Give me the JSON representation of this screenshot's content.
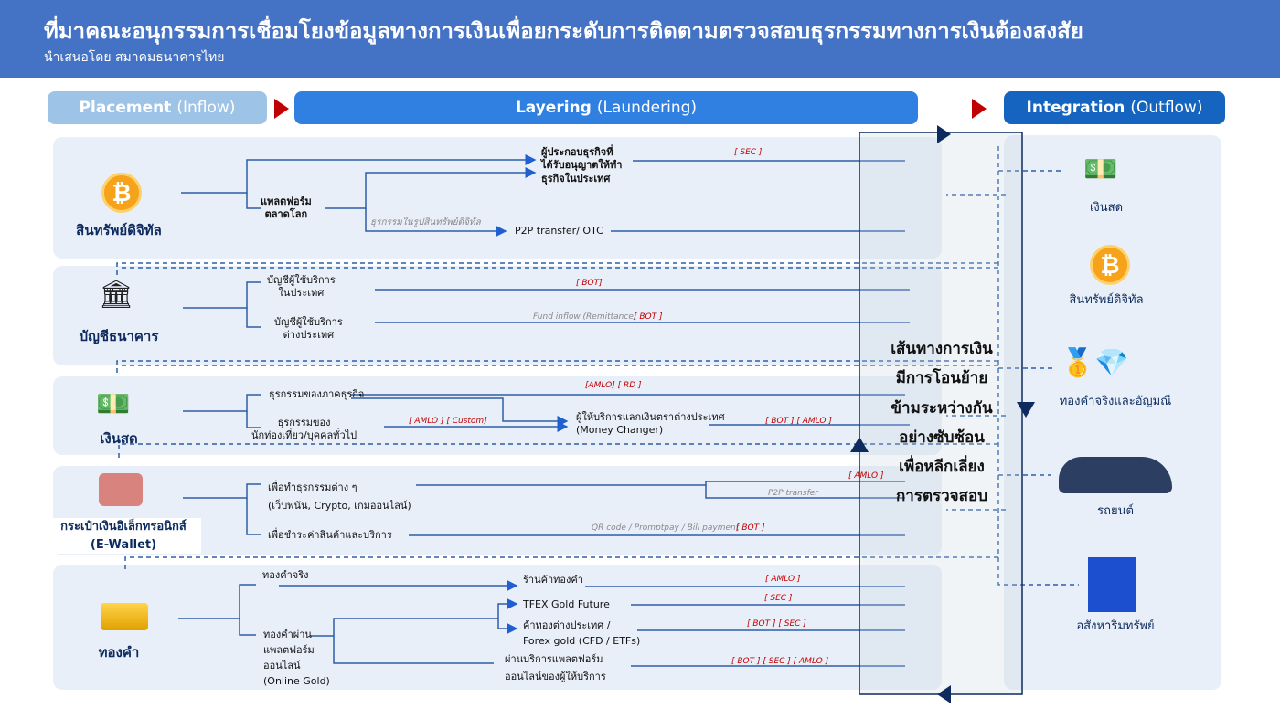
{
  "header": {
    "title": "ที่มาคณะอนุกรรมการเชื่อมโยงข้อมูลทางการเงินเพื่อยกระดับการติดตามตรวจสอบธุรกรรมทางการเงินต้องสงสัย",
    "subtitle": "นำเสนอโดย สมาคมธนาคารไทย",
    "color": "#4472C4"
  },
  "phases": [
    {
      "name": "Placement",
      "sub": "(Inflow)",
      "color": "#9DC3E6"
    },
    {
      "name": "Layering",
      "sub": "(Laundering)",
      "color": "#2F80E0"
    },
    {
      "name": "Integration",
      "sub": "(Outflow)",
      "color": "#1565C0"
    }
  ],
  "rows": {
    "crypto": {
      "title": "สินทรัพย์ดิจิทัล",
      "icon": "bitcoin-icon",
      "platform": "แพลตฟอร์ม\nตลาดโลก",
      "licensed": "ผู้ประกอบธุรกิจที่\nได้รับอนุญาตให้ทำ\nธุรกิจในประเทศ",
      "reg": "[ SEC ]",
      "digital_tx": "ธุรกรรมในรูปสินทรัพย์ดิจิทัล",
      "p2p": "P2P transfer/ OTC"
    },
    "bank": {
      "title": "บัญชีธนาคาร",
      "icon": "bank-icon",
      "domestic": "บัญชีผู้ใช้บริการ\nในประเทศ",
      "domestic_reg": "[ BOT]",
      "foreign": "บัญชีผู้ใช้บริการ\nต่างประเทศ",
      "foreign_note": "Fund inflow (Remittance)",
      "foreign_reg": "[ BOT ]"
    },
    "cash": {
      "title": "เงินสด",
      "icon": "cash-icon",
      "business": "ธุรกรรมของภาคธุรกิจ",
      "business_reg": "[AMLO] [ RD ]",
      "tourist": "ธุรกรรมของ\nนักท่องเที่ยว/บุคคลทั่วไป",
      "tourist_reg": "[ AMLO ] [ Custom]",
      "changer": "ผู้ให้บริการแลกเงินตราต่างประเทศ\n(Money Changer)",
      "changer_reg": "[ BOT ] [ AMLO ]"
    },
    "ewallet": {
      "title": "กระเป๋าเงินอิเล็กทรอนิกส์\n(E-Wallet)",
      "icon": "wallet-icon",
      "various": "เพื่อทำธุรกรรมต่าง ๆ\n(เว็บพนัน, Crypto, เกมออนไลน์)",
      "various_reg": "[ AMLO ]",
      "p2p": "P2P transfer",
      "payment": "เพื่อชำระค่าสินค้าและบริการ",
      "payment_note": "QR code / Promptpay / Bill payment",
      "payment_reg": "[ BOT ]"
    },
    "gold": {
      "title": "ทองคำ",
      "icon": "gold-bar-icon",
      "physical": "ทองคำจริง",
      "shop": "ร้านค้าทองคำ",
      "shop_reg": "[ AMLO ]",
      "online": "ทองคำผ่าน\nแพลตฟอร์ม\nออนไลน์\n(Online Gold)",
      "tfex": "TFEX Gold Future",
      "tfex_reg": "[ SEC ]",
      "forex": "ค้าทองต่างประเทศ /\nForex gold (CFD / ETFs)",
      "forex_reg": "[ BOT ] [ SEC ]",
      "platform": "ผ่านบริการแพลตฟอร์ม\nออนไลน์ของผู้ให้บริการ",
      "platform_reg": "[ BOT ] [ SEC ] [ AMLO ]"
    }
  },
  "center_text": [
    "เส้นทางการเงิน",
    "มีการโอนย้าย",
    "ข้ามระหว่างกัน",
    "อย่างซับซ้อน",
    "เพื่อหลีกเลี่ยง",
    "การตรวจสอบ"
  ],
  "outputs": [
    {
      "label": "เงินสด",
      "icon": "cash-icon"
    },
    {
      "label": "สินทรัพย์ดิจิทัล",
      "icon": "bitcoin-icon"
    },
    {
      "label": "ทองคำจริงและอัญมณี",
      "icon": "gold-diamond-icon"
    },
    {
      "label": "รถยนต์",
      "icon": "car-icon"
    },
    {
      "label": "อสังหาริมทรัพย์",
      "icon": "building-icon"
    }
  ]
}
